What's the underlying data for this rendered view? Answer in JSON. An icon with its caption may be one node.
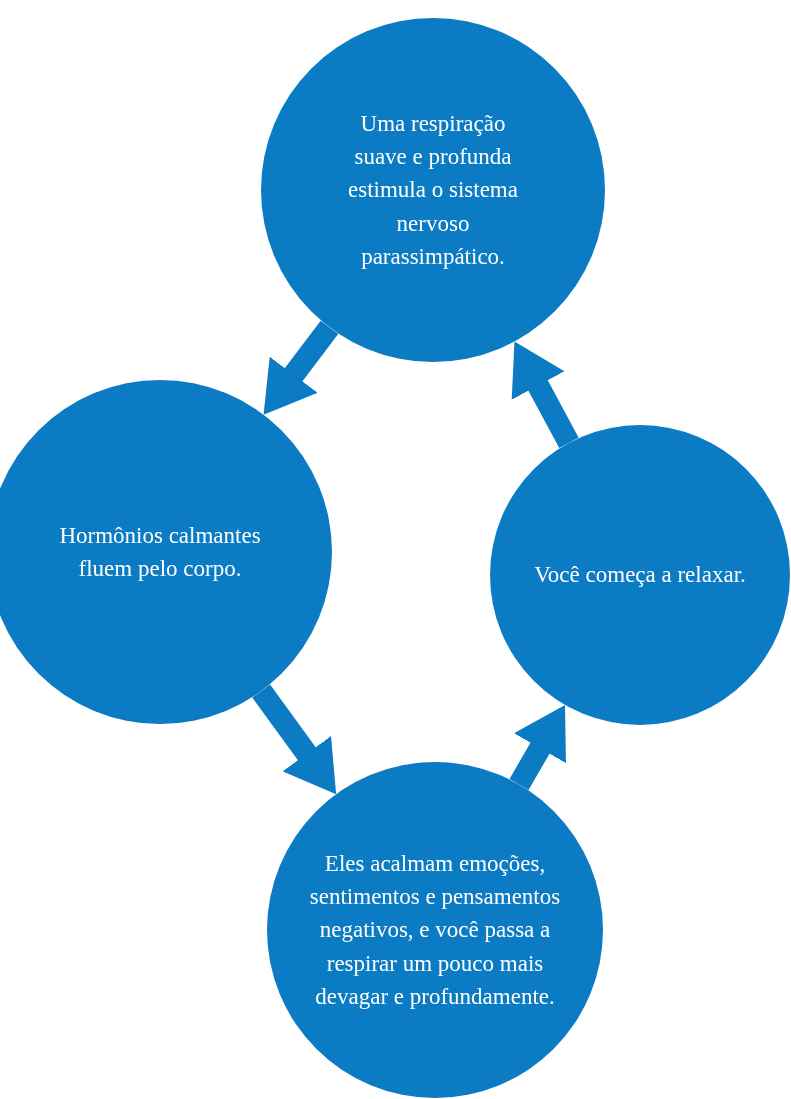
{
  "diagram": {
    "nodes": [
      {
        "text": [
          "Uma respiração suave e profunda estimula o sistema nervoso parassimpático."
        ]
      },
      {
        "text": [
          "Hormônios calmantes fluem pelo corpo."
        ]
      },
      {
        "text": [
          "Eles acalmam emoções, sentimentos e pensamentos negativos, e você passa a respirar um pouco mais devagar e profundamente."
        ]
      },
      {
        "text": [
          "Você começa a relaxar."
        ]
      }
    ],
    "edges": [
      {
        "from": 0,
        "to": 1,
        "arrow": "to"
      },
      {
        "from": 1,
        "to": 2,
        "arrow": "to"
      },
      {
        "from": 2,
        "to": 3,
        "arrow": "to"
      },
      {
        "from": 3,
        "to": 0,
        "arrow": "to"
      }
    ]
  }
}
